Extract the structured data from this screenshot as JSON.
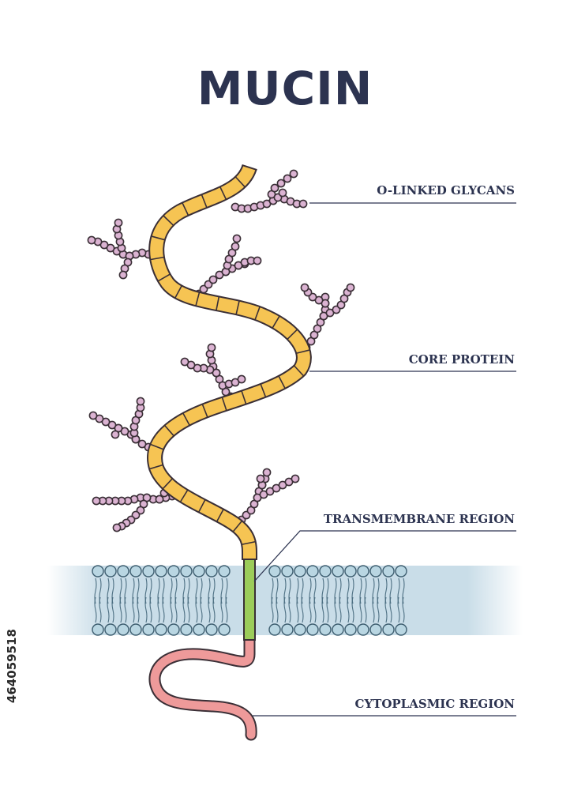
{
  "title": "MUCIN",
  "labels": {
    "glycans": "O-LINKED GLYCANS",
    "core": "CORE PROTEIN",
    "transmembrane": "TRANSMEMBRANE REGION",
    "cytoplasmic": "CYTOPLASMIC REGION"
  },
  "image_id": "464059518",
  "colors": {
    "text": "#2c3350",
    "core_protein": "#f6c453",
    "glycan": "#dbb3d2",
    "membrane": "#b9d6e2",
    "transmembrane": "#9ccc5a",
    "cytoplasmic": "#ee9a9a"
  }
}
